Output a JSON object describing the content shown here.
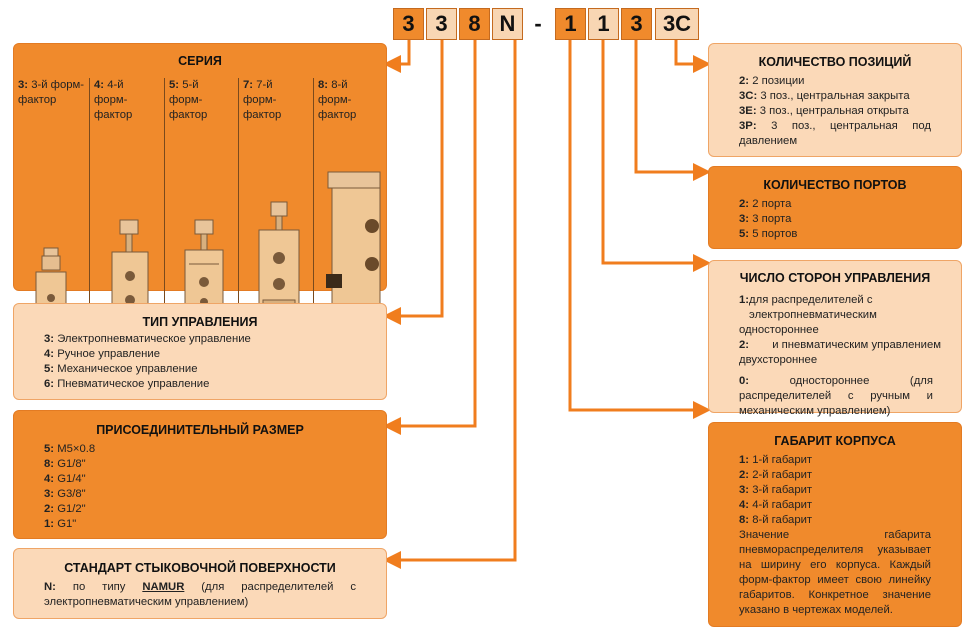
{
  "code": [
    "3",
    "3",
    "8",
    "N",
    "-",
    "1",
    "1",
    "3",
    "3C"
  ],
  "series": {
    "title": "СЕРИЯ",
    "items": [
      {
        "key": "3:",
        "text": "3-й форм-фактор"
      },
      {
        "key": "4:",
        "text": "4-й форм-фактор"
      },
      {
        "key": "5:",
        "text": "5-й форм-фактор"
      },
      {
        "key": "7:",
        "text": "7-й форм-фактор"
      },
      {
        "key": "8:",
        "text": "8-й форм-фактор"
      }
    ]
  },
  "control_type": {
    "title": "ТИП УПРАВЛЕНИЯ",
    "items": [
      {
        "key": "3:",
        "text": "Электропневматическое управление"
      },
      {
        "key": "4:",
        "text": "Ручное управление"
      },
      {
        "key": "5:",
        "text": "Механическое управление"
      },
      {
        "key": "6:",
        "text": "Пневматическое управление"
      }
    ]
  },
  "connection_size": {
    "title": "ПРИСОЕДИНИТЕЛЬНЫЙ РАЗМЕР",
    "items": [
      {
        "key": "5:",
        "text": "M5×0.8"
      },
      {
        "key": "8:",
        "text": "G1/8\""
      },
      {
        "key": "4:",
        "text": "G1/4\""
      },
      {
        "key": "3:",
        "text": "G3/8\""
      },
      {
        "key": "2:",
        "text": "G1/2\""
      },
      {
        "key": "1:",
        "text": "G1\""
      }
    ]
  },
  "mounting_standard": {
    "title": "СТАНДАРТ СТЫКОВОЧНОЙ ПОВЕРХНОСТИ",
    "key": "N:",
    "text_before": "по типу",
    "highlight": "NAMUR",
    "text_after": "(для распределителей с электропневматическим управлением)"
  },
  "positions": {
    "title": "КОЛИЧЕСТВО ПОЗИЦИЙ",
    "items": [
      {
        "key": "2:",
        "text": "2 позиции"
      },
      {
        "key": "3C:",
        "text": "3 поз., центральная закрыта"
      },
      {
        "key": "3E:",
        "text": "3 поз., центральная открыта"
      },
      {
        "key": "3P:",
        "text": "3 поз., центральная под давлением"
      }
    ]
  },
  "ports": {
    "title": "КОЛИЧЕСТВО ПОРТОВ",
    "items": [
      {
        "key": "2:",
        "text": "2 порта"
      },
      {
        "key": "3:",
        "text": "3 порта"
      },
      {
        "key": "5:",
        "text": "5 портов"
      }
    ]
  },
  "control_sides": {
    "title": "ЧИСЛО СТОРОН УПРАВЛЕНИЯ",
    "items": [
      {
        "key": "1:",
        "text": "одностороннее",
        "note": "для распределителей с электропневматическим"
      },
      {
        "key": "2:",
        "text": "двухстороннее",
        "note": "и пневматическим управлением"
      },
      {
        "key": "0:",
        "text": "одностороннее (для распределителей с ручным и механическим управлением)"
      }
    ]
  },
  "body_size": {
    "title": "ГАБАРИТ КОРПУСА",
    "items": [
      {
        "key": "1:",
        "text": "1-й габарит"
      },
      {
        "key": "2:",
        "text": "2-й габарит"
      },
      {
        "key": "3:",
        "text": "3-й габарит"
      },
      {
        "key": "4:",
        "text": "4-й габарит"
      },
      {
        "key": "8:",
        "text": "8-й габарит"
      }
    ],
    "note": "Значение габарита пневмораспределителя указывает на ширину его корпуса. Каждый форм-фактор имеет свою линейку габаритов. Конкретное значение указано в чертежах моделей."
  },
  "colors": {
    "accent": "#f08a2c",
    "light": "#fbd9b8",
    "arrow": "#f07d1e"
  }
}
